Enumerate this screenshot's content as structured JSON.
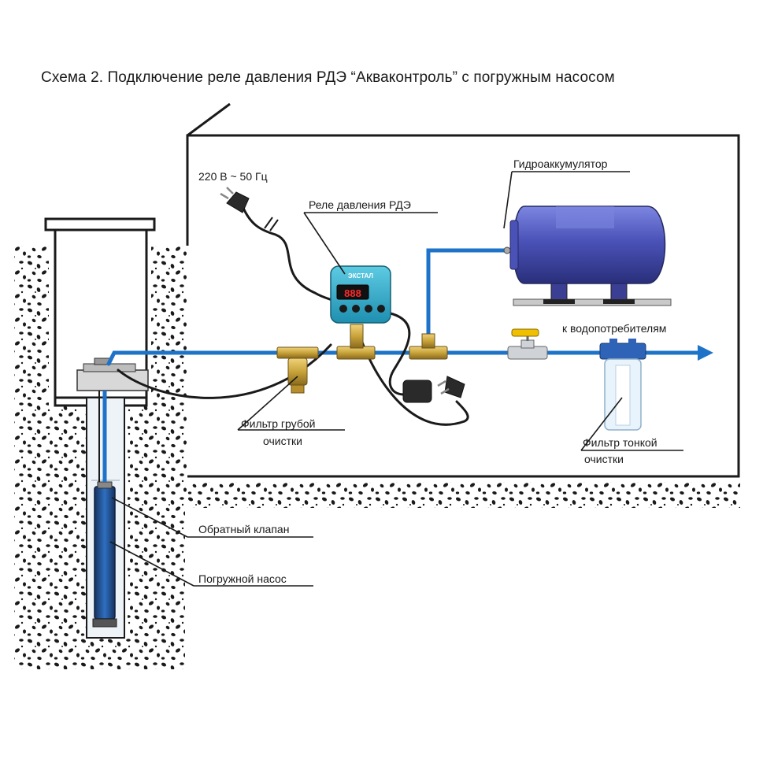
{
  "title": "Схема 2. Подключение реле давления РДЭ “Акваконтроль” с погружным насосом",
  "labels": {
    "power": "220 В ~ 50 Гц",
    "relay": "Реле давления РДЭ",
    "accumulator": "Гидроаккумулятор",
    "consumers": "к водопотребителям",
    "coarse_filter_line1": "Фильтр грубой",
    "coarse_filter_line2": "очистки",
    "fine_filter_line1": "Фильтр тонкой",
    "fine_filter_line2": "очистки",
    "check_valve": "Обратный клапан",
    "pump": "Погружной насос"
  },
  "relay_device": {
    "display": "888",
    "logo": "ЭКСТАЛ"
  },
  "colors": {
    "pipe": "#1e73c8",
    "soil": "#1a1a1a",
    "tank": "#4a52b8",
    "relay": "#29a9c9",
    "brass": "#c8a33a"
  }
}
